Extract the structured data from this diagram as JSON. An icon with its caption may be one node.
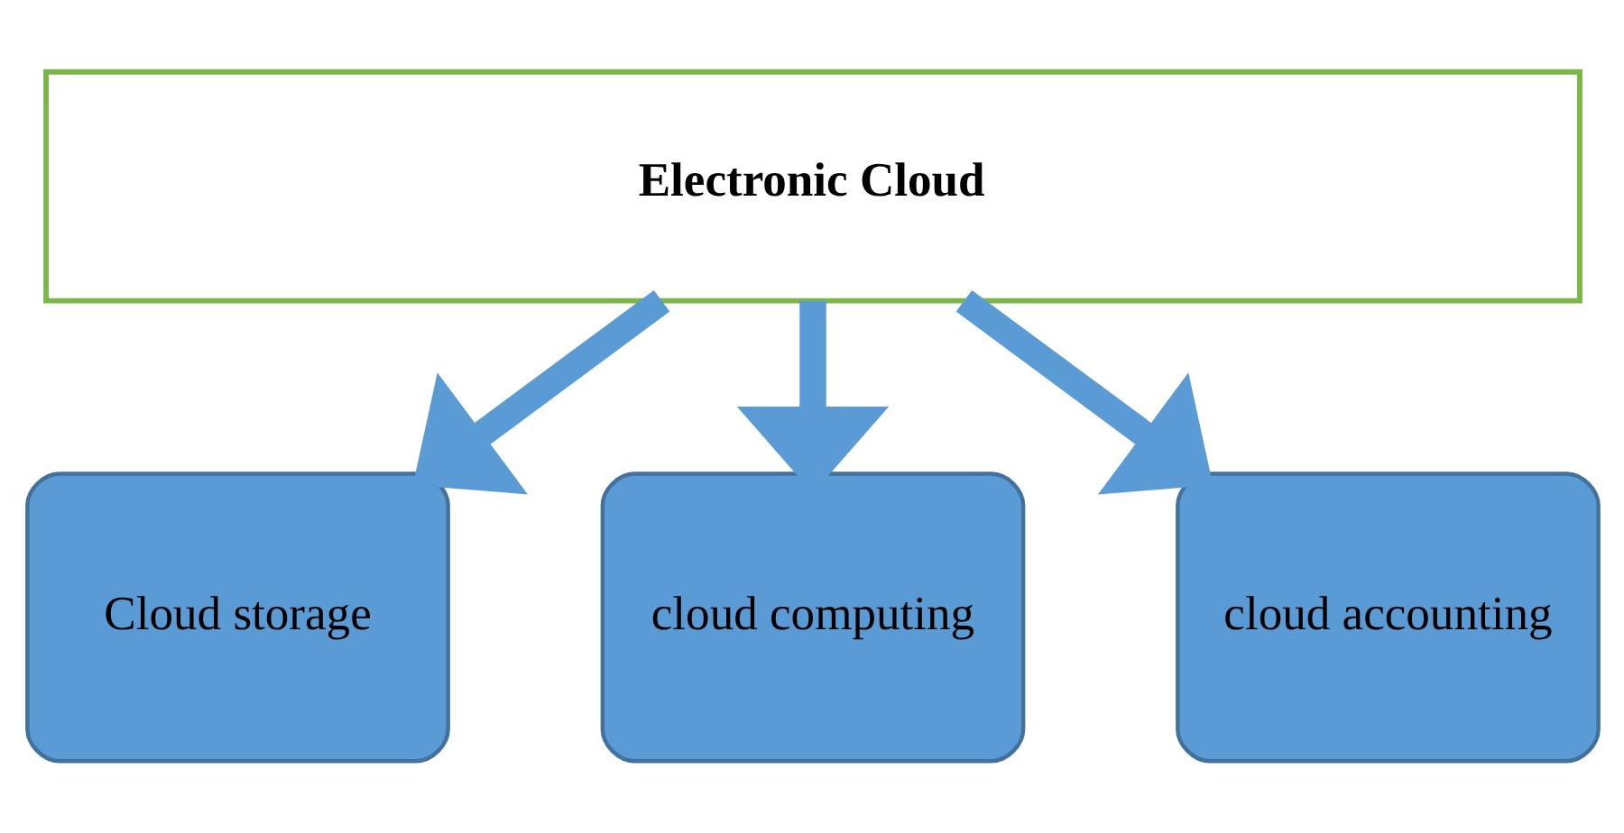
{
  "diagram": {
    "nodes": [
      {
        "text": [
          "Electronic Cloud"
        ]
      },
      {
        "text": [
          "Cloud storage"
        ]
      },
      {
        "text": [
          "cloud computing"
        ]
      },
      {
        "text": [
          "cloud accounting"
        ]
      }
    ],
    "edges": [
      {
        "from": 0,
        "to": 1,
        "arrow": "to"
      },
      {
        "from": 0,
        "to": 2,
        "arrow": "to"
      },
      {
        "from": 0,
        "to": 3,
        "arrow": "to"
      }
    ]
  }
}
